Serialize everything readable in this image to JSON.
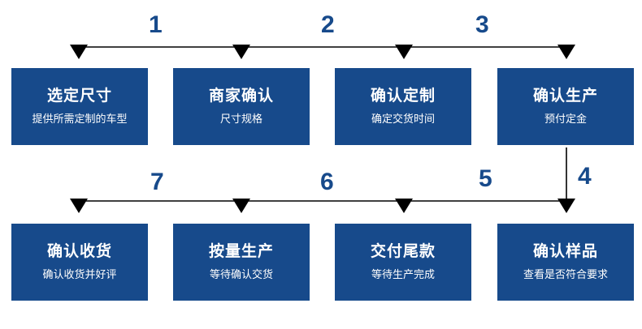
{
  "steps": [
    {
      "title": "选定尺寸",
      "subtitle": "提供所需定制的车型"
    },
    {
      "title": "商家确认",
      "subtitle": "尺寸规格"
    },
    {
      "title": "确认定制",
      "subtitle": "确定交货时间"
    },
    {
      "title": "确认生产",
      "subtitle": "预付定金"
    },
    {
      "title": "确认样品",
      "subtitle": "查看是否符合要求"
    },
    {
      "title": "交付尾款",
      "subtitle": "等待生产完成"
    },
    {
      "title": "按量生产",
      "subtitle": "等待确认交货"
    },
    {
      "title": "确认收货",
      "subtitle": "确认收货并好评"
    }
  ],
  "connector_labels": [
    "1",
    "2",
    "3",
    "4",
    "5",
    "6",
    "7"
  ],
  "colors": {
    "box": "#174a8b",
    "line": "#000000",
    "label": "#174a8b"
  }
}
